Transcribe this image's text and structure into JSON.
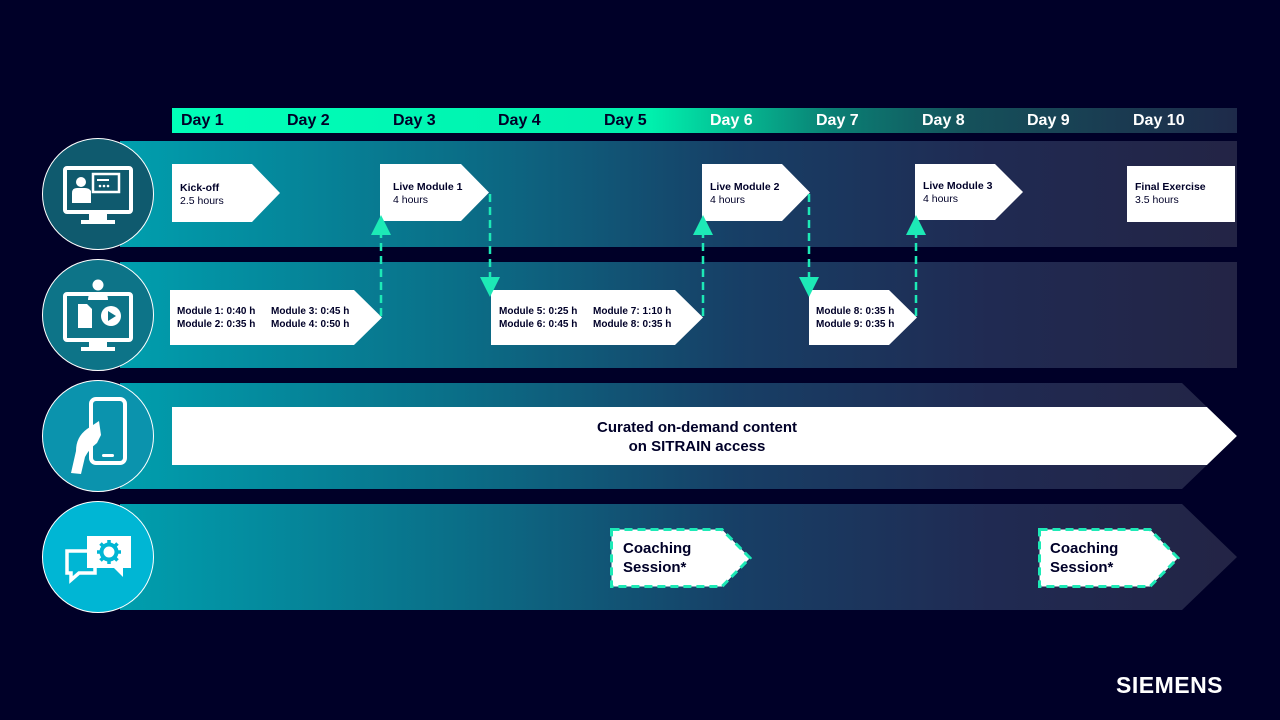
{
  "timeline": {
    "days": [
      "Day 1",
      "Day 2",
      "Day 3",
      "Day 4",
      "Day 5",
      "Day 6",
      "Day 7",
      "Day 8",
      "Day 9",
      "Day 10"
    ]
  },
  "live_sessions": {
    "kickoff": {
      "title": "Kick-off",
      "duration": "2.5 hours"
    },
    "live1": {
      "title": "Live Module 1",
      "duration": "4 hours"
    },
    "live2": {
      "title": "Live Module 2",
      "duration": "4 hours"
    },
    "live3": {
      "title": "Live Module 3",
      "duration": "4 hours"
    },
    "final": {
      "title": "Final Exercise",
      "duration": "3.5 hours"
    }
  },
  "self_paced": {
    "group1": {
      "m1": "Module 1: 0:40 h",
      "m2": "Module 2: 0:35 h",
      "m3": "Module 3: 0:45 h",
      "m4": "Module 4: 0:50 h"
    },
    "group2": {
      "m5": "Module 5: 0:25 h",
      "m6": "Module 6: 0:45 h",
      "m7": "Module 7: 1:10 h",
      "m8": "Module 8: 0:35 h"
    },
    "group3": {
      "m8": "Module 8: 0:35 h",
      "m9": "Module 9: 0:35 h"
    }
  },
  "on_demand": {
    "line1": "Curated on-demand content",
    "line2": "on SITRAIN access"
  },
  "coaching": {
    "session1": {
      "line1": "Coaching",
      "line2": "Session*"
    },
    "session2": {
      "line1": "Coaching",
      "line2": "Session*"
    }
  },
  "brand": {
    "logo": "SIEMENS"
  },
  "icons": [
    "virtual-classroom-icon",
    "e-learning-icon",
    "mobile-device-icon",
    "chat-gear-icon"
  ],
  "colors": {
    "background": "#000028",
    "accent": "#00ffb9",
    "teal": "#00c1de",
    "white": "#ffffff"
  }
}
